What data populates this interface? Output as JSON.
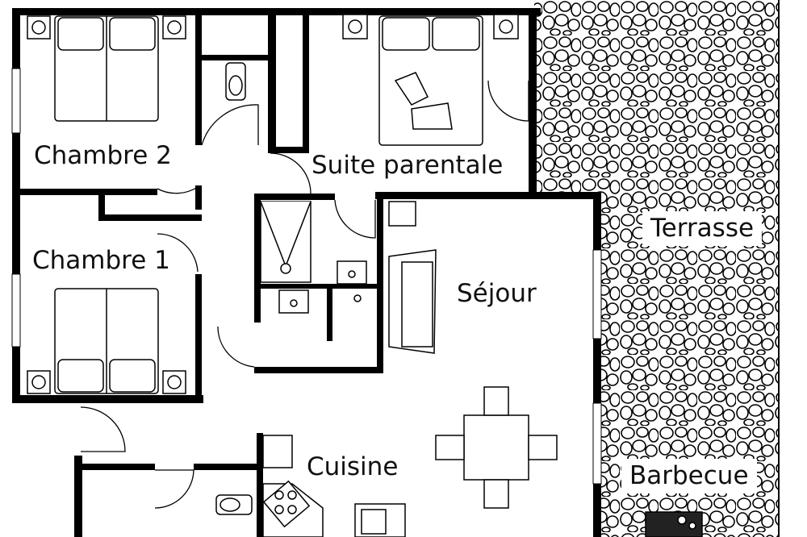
{
  "rooms": {
    "chambre2": "Chambre 2",
    "suite": "Suite parentale",
    "terrasse": "Terrasse",
    "chambre1": "Chambre 1",
    "sejour": "Séjour",
    "cuisine": "Cuisine",
    "barbecue": "Barbecue"
  },
  "colors": {
    "wall": "#000000",
    "background": "#ffffff"
  }
}
